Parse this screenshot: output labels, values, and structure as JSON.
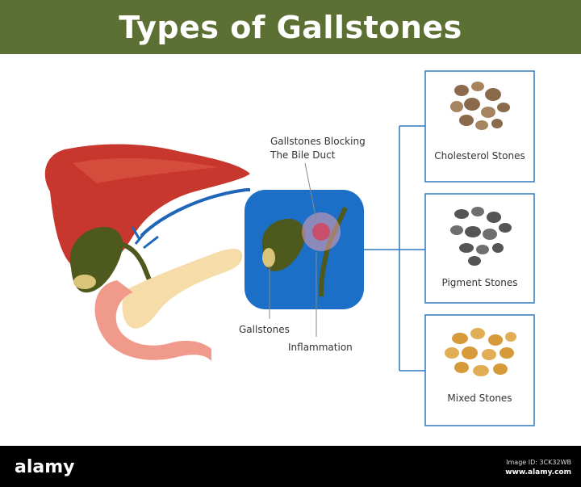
{
  "title": "Types of Gallstones",
  "labels": {
    "blocking": "Gallstones Blocking\nThe Bile Duct",
    "gallstones": "Gallstones",
    "inflammation": "Inflammation"
  },
  "stone_types": [
    {
      "label": "Cholesterol Stones"
    },
    {
      "label": "Pigment Stones"
    },
    {
      "label": "Mixed Stones"
    }
  ],
  "footer": {
    "logo": "alamy",
    "image_id": "Image ID: 3CK32WB",
    "url": "www.alamy.com"
  },
  "colors": {
    "header": "#5d7033",
    "liver": "#c8372d",
    "gallbladder": "#4e5a1d",
    "duct": "#1f66b8",
    "inset": "#1b6fc7",
    "frame": "#2e79c0",
    "pancreas": "#f6dca9",
    "intestine": "#ef9a8a",
    "cholesterol": "#8a6a4a",
    "pigment": "#555555",
    "mixed": "#d69a3a"
  }
}
